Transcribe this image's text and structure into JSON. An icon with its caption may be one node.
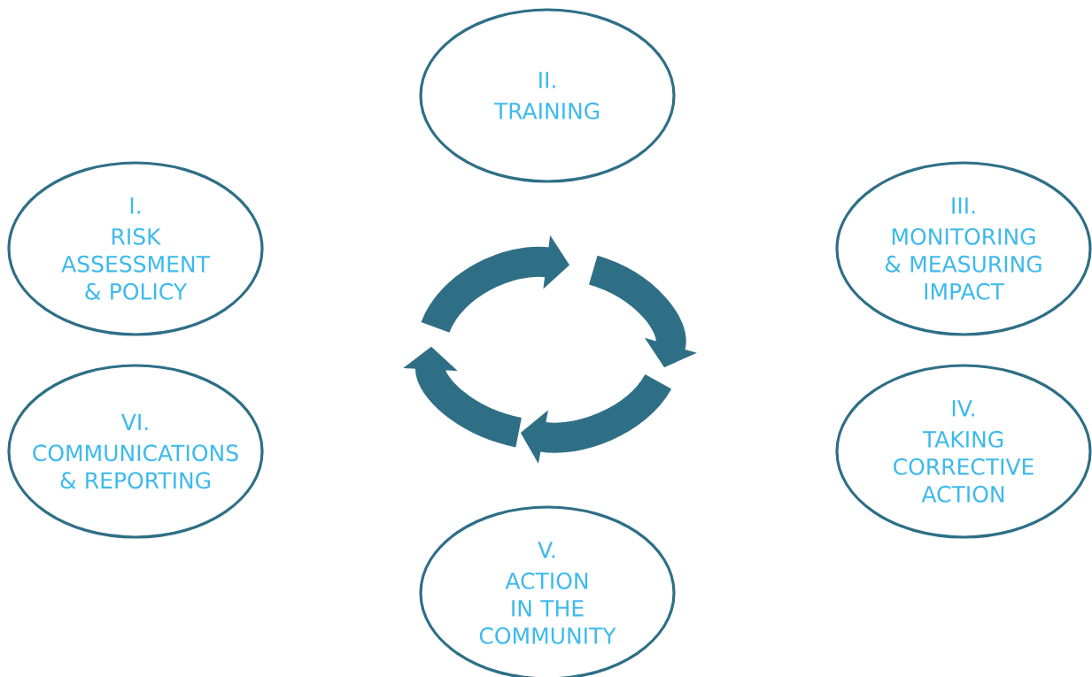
{
  "diagram": {
    "nodes": [
      {
        "text": [
          "II.",
          "TRAINING"
        ]
      },
      {
        "text": [
          "I.",
          "RISK ASSESSMENT & POLICY"
        ]
      },
      {
        "text": [
          "III.",
          "MONITORING & MEASURING IMPACT"
        ]
      },
      {
        "text": [
          "VI.",
          "COMMUNICATIONS & REPORTING"
        ]
      },
      {
        "text": [
          "IV.",
          "TAKING CORRECTIVE ACTION"
        ]
      },
      {
        "text": [
          "V.",
          "ACTION IN THE COMMUNITY"
        ]
      }
    ]
  }
}
